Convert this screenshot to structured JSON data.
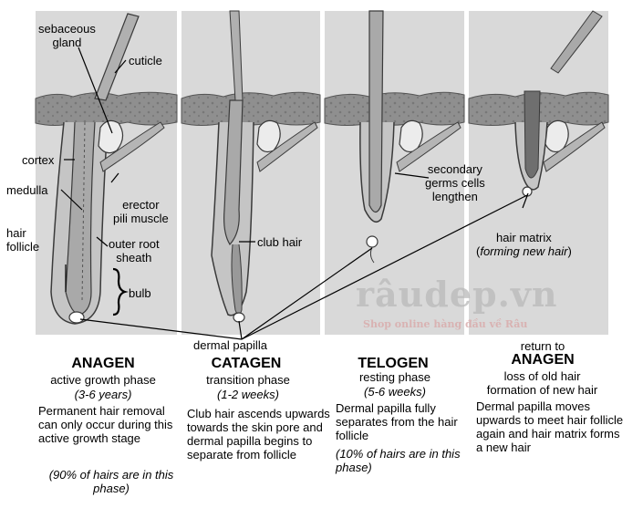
{
  "colors": {
    "panel_bg": "#d9d9d9",
    "skin": "#8c8c8c",
    "skin_dark": "#6a6a6a",
    "hair_fill": "#a0a0a0",
    "outline": "#3a3a3a",
    "pink_watermark": "#d9a9a9"
  },
  "labels": {
    "sebaceous_gland": [
      "sebaceous",
      "gland"
    ],
    "cuticle": "cuticle",
    "cortex": "cortex",
    "medulla": "medulla",
    "erector_pili": [
      "erector",
      "pili muscle"
    ],
    "hair_follicle": [
      "hair",
      "follicle"
    ],
    "outer_root_sheath": [
      "outer root",
      "sheath"
    ],
    "bulb": "bulb",
    "club_hair": "club hair",
    "secondary_germs": [
      "secondary",
      "germs cells",
      "lengthen"
    ],
    "hair_matrix": "hair matrix",
    "forming_new_hair": "forming new hair",
    "dermal_papilla": "dermal papilla"
  },
  "stages": {
    "anagen": {
      "title": "ANAGEN",
      "subtitle": "active growth phase",
      "duration": "(3-6 years)",
      "description": "Permanent hair removal can only occur during this active growth stage",
      "note": "(90% of hairs are in this phase)"
    },
    "catagen": {
      "title": "CATAGEN",
      "subtitle": "transition phase",
      "duration": "(1-2 weeks)",
      "description": "Club hair ascends upwards towards the skin pore and dermal papilla begins to separate from follicle"
    },
    "telogen": {
      "title": "TELOGEN",
      "subtitle": "resting phase",
      "duration": "(5-6 weeks)",
      "description": "Dermal papilla fully separates from the hair follicle",
      "note": "(10% of hairs are in this phase)"
    },
    "return": {
      "pre_title": "return to",
      "title": "ANAGEN",
      "subtitle": "loss of old hair formation of new hair",
      "description": "Dermal papilla moves upwards to meet hair follicle again and hair matrix forms a new hair"
    }
  },
  "watermark": {
    "brand": "râudep.vn",
    "tagline": "Shop online hàng đầu về Râu"
  }
}
